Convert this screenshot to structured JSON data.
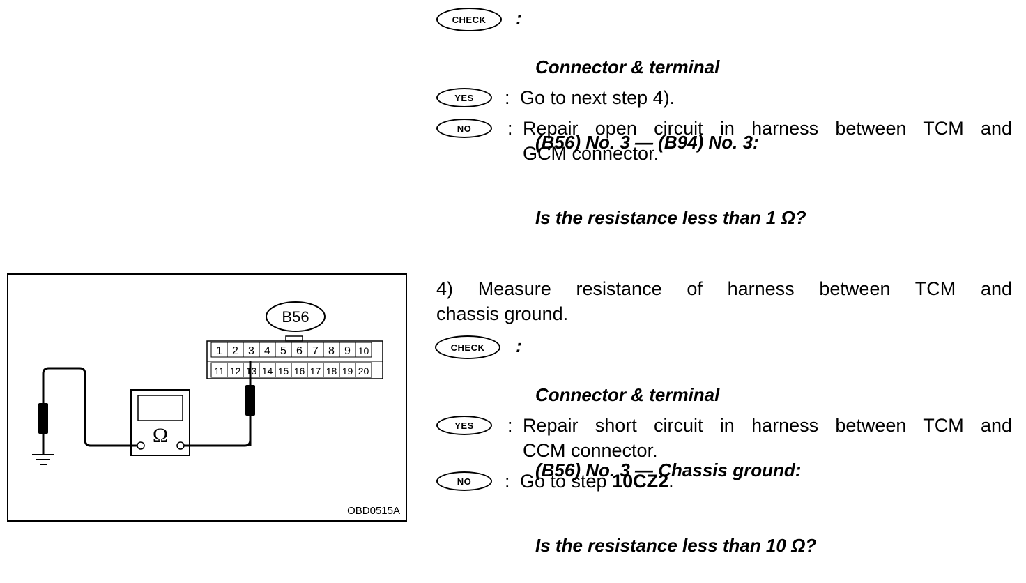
{
  "section1": {
    "check_badge": "CHECK",
    "check_lines": [
      "Connector & terminal",
      "(B56) No. 3 — (B94) No. 3:",
      "Is the resistance less than 1 Ω?"
    ],
    "yes_badge": "YES",
    "yes_text": "Go to next step 4).",
    "no_badge": "NO",
    "no_lines": [
      "Repair open circuit in harness between TCM and",
      "GCM connector."
    ]
  },
  "section2": {
    "step_lines": [
      "4) Measure resistance of harness between TCM and",
      "chassis ground."
    ],
    "check_badge": "CHECK",
    "check_lines": [
      "Connector & terminal",
      "(B56) No. 3 — Chassis ground:",
      "Is the resistance less than 10 Ω?"
    ],
    "yes_badge": "YES",
    "yes_lines": [
      "Repair short circuit in harness between TCM and",
      "CCM connector."
    ],
    "no_badge": "NO",
    "no_prefix": "Go to step ",
    "no_ref": "10CZ2",
    "no_suffix": "."
  },
  "figure": {
    "connector_label": "B56",
    "top_row": [
      "1",
      "2",
      "3",
      "4",
      "5",
      "6",
      "7",
      "8",
      "9",
      "10"
    ],
    "bottom_row": [
      "11",
      "12",
      "13",
      "14",
      "15",
      "16",
      "17",
      "18",
      "19",
      "20"
    ],
    "meter_symbol": "Ω",
    "code": "OBD0515A"
  }
}
